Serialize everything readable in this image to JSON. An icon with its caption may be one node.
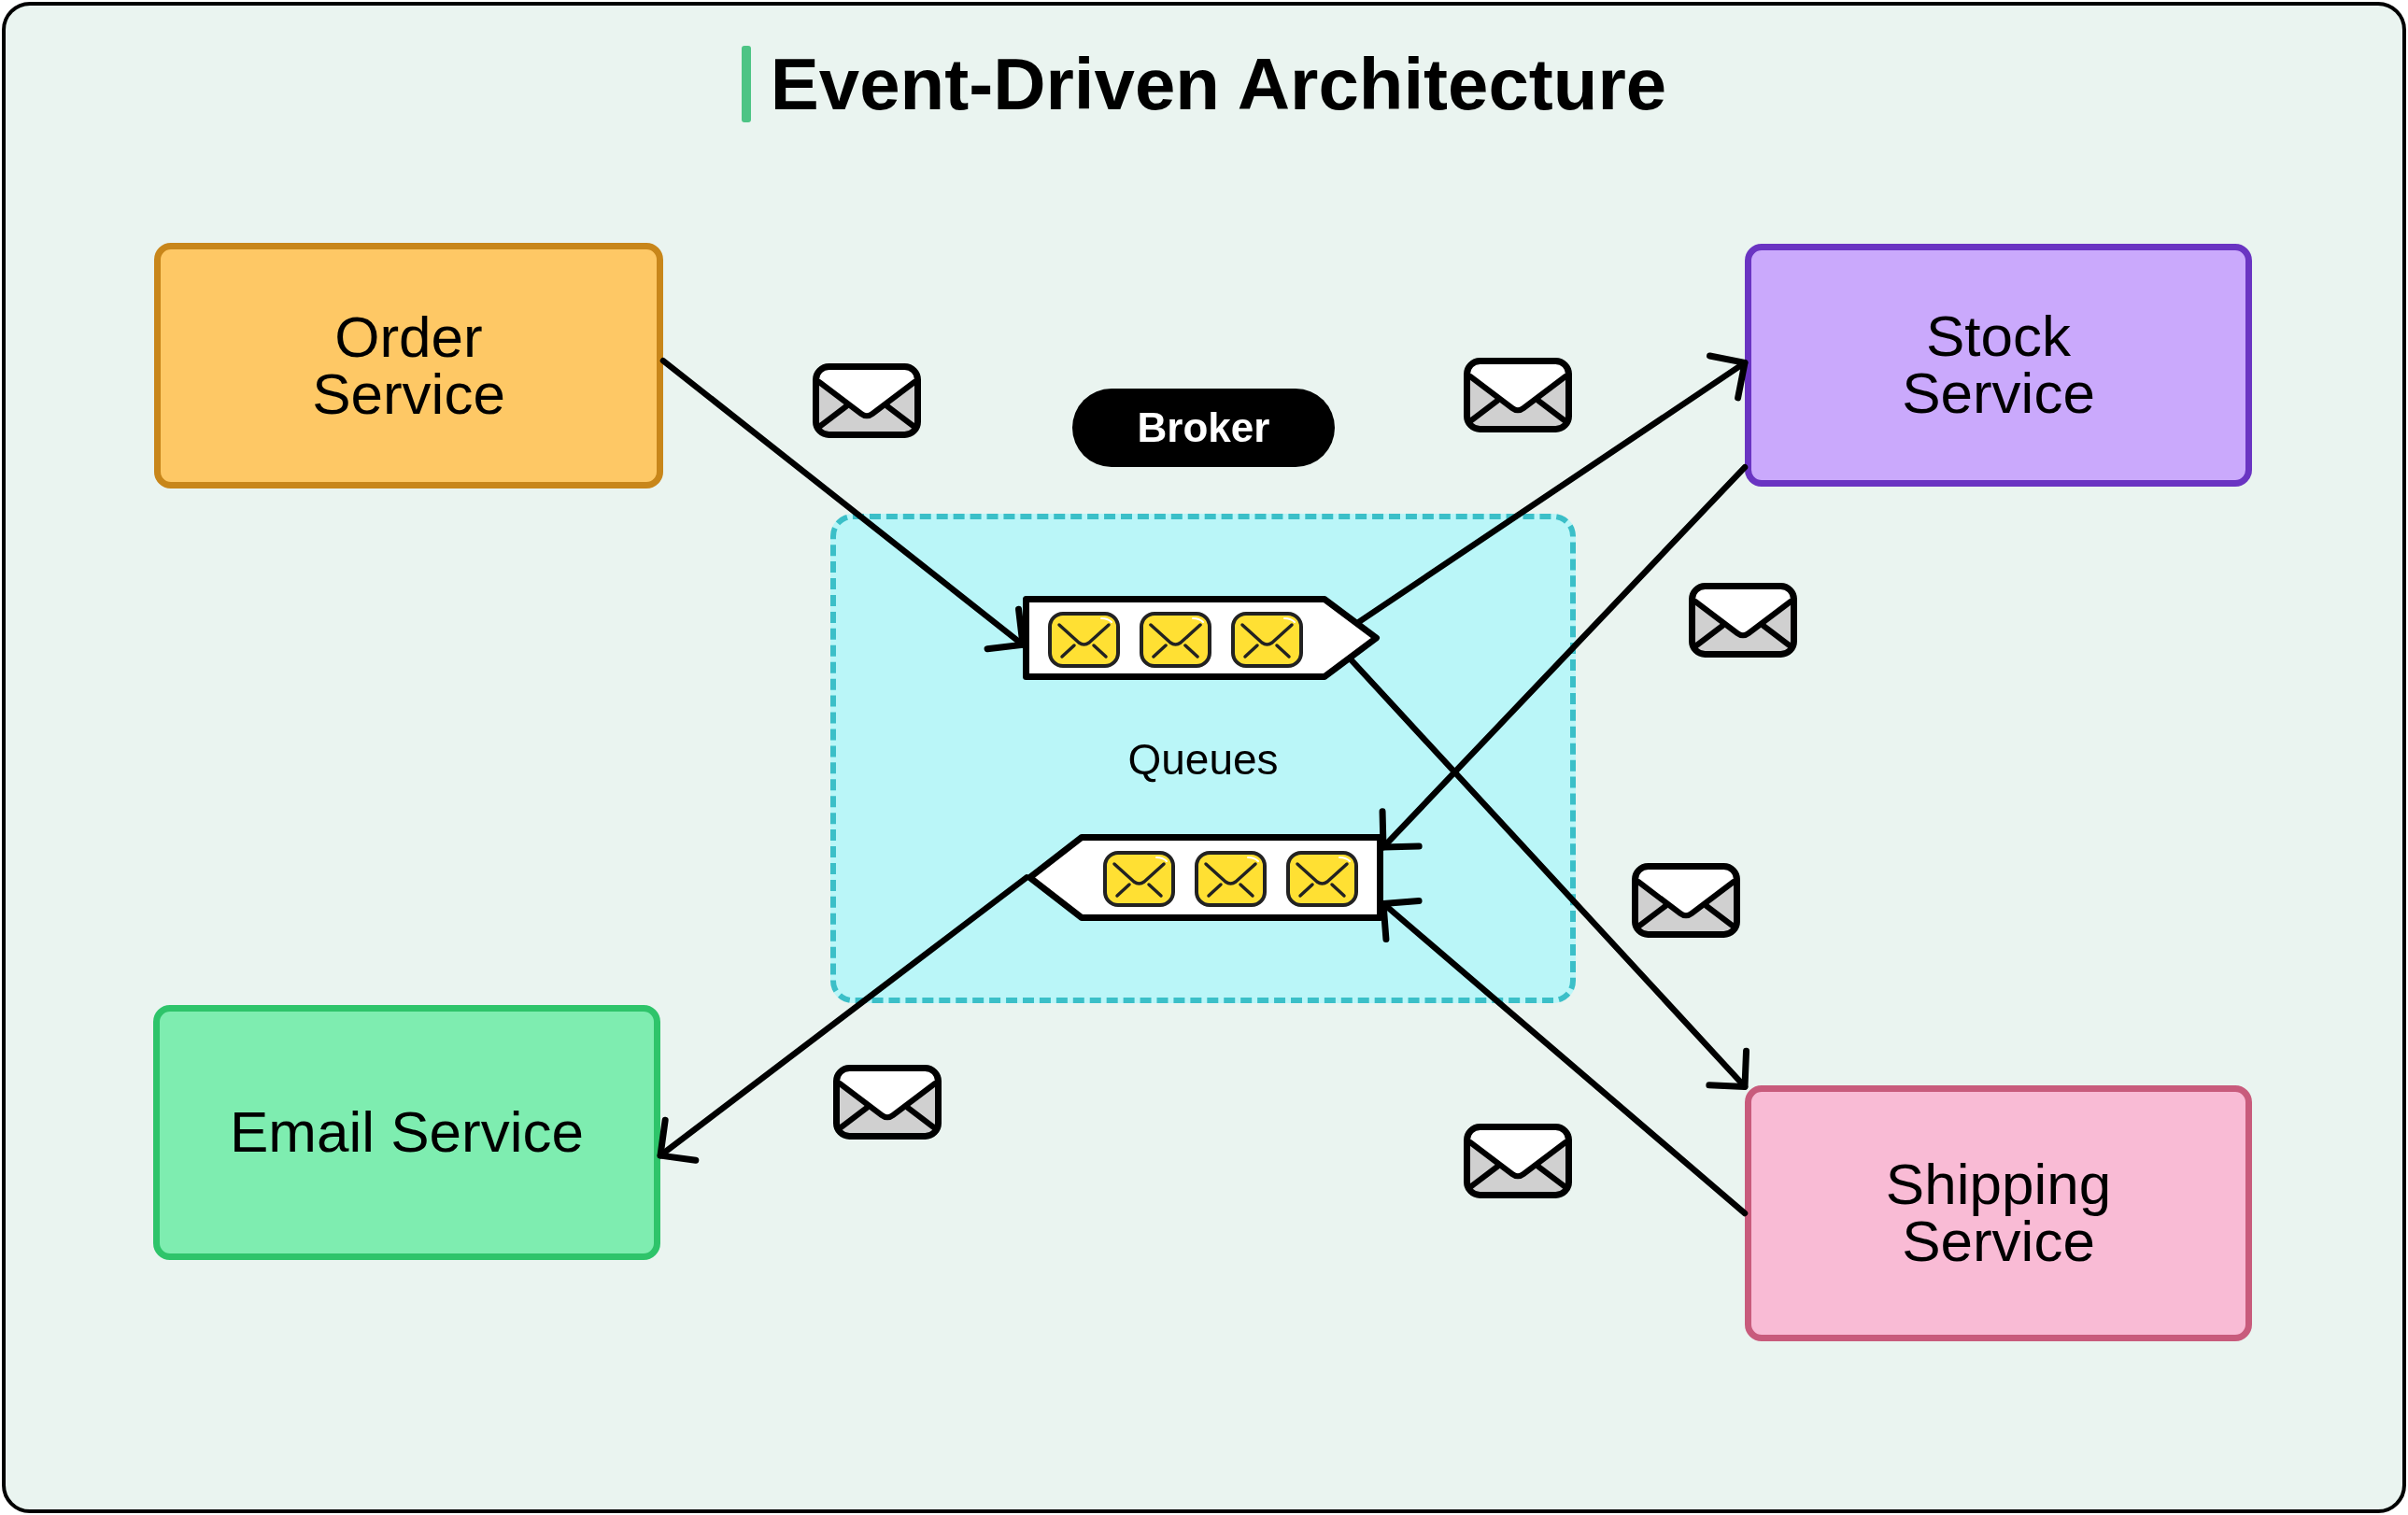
{
  "diagram": {
    "title": "Event-Driven Architecture",
    "nodes": [
      {
        "text": [
          "Order Service"
        ]
      },
      {
        "text": [
          "Stock Service"
        ]
      },
      {
        "text": [
          "Broker"
        ]
      },
      {
        "text": [
          "Queues"
        ]
      },
      {
        "text": [],
        "shape": "pentagon",
        "in": 3
      },
      {
        "text": [],
        "shape": "pentagon",
        "in": 3
      },
      {
        "text": [
          "Email Service"
        ]
      },
      {
        "text": [
          "Shipping Service"
        ]
      }
    ],
    "edges": [
      {
        "from": 0,
        "to": 4,
        "arrow": "to"
      },
      {
        "from": 4,
        "to": 1,
        "arrow": "to"
      },
      {
        "from": 4,
        "to": 7,
        "arrow": "to"
      },
      {
        "from": 1,
        "to": 5,
        "arrow": "to"
      },
      {
        "from": 7,
        "to": 5,
        "arrow": "to"
      },
      {
        "from": 5,
        "to": 6,
        "arrow": "to"
      }
    ]
  }
}
